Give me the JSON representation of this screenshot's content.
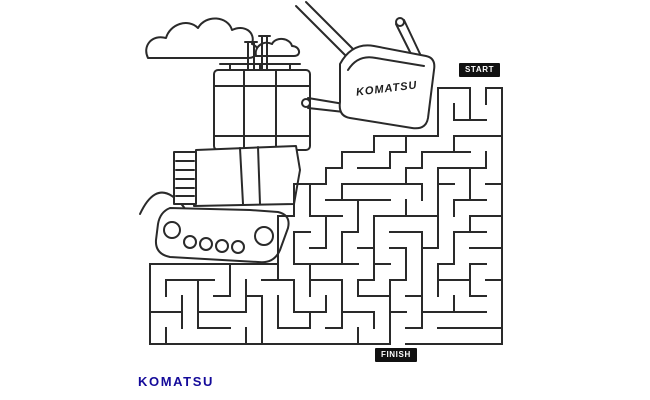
{
  "page": {
    "background_color": "#ffffff",
    "line_color": "#2a2a2a"
  },
  "illustration": {
    "brand_on_blade": "KOMATSU"
  },
  "maze": {
    "start_label": "START",
    "finish_label": "FINISH",
    "label_background": "#111111",
    "label_text_color": "#ffffff"
  },
  "footer": {
    "logo_text": "KOMATSU",
    "logo_color": "#140a9a"
  }
}
